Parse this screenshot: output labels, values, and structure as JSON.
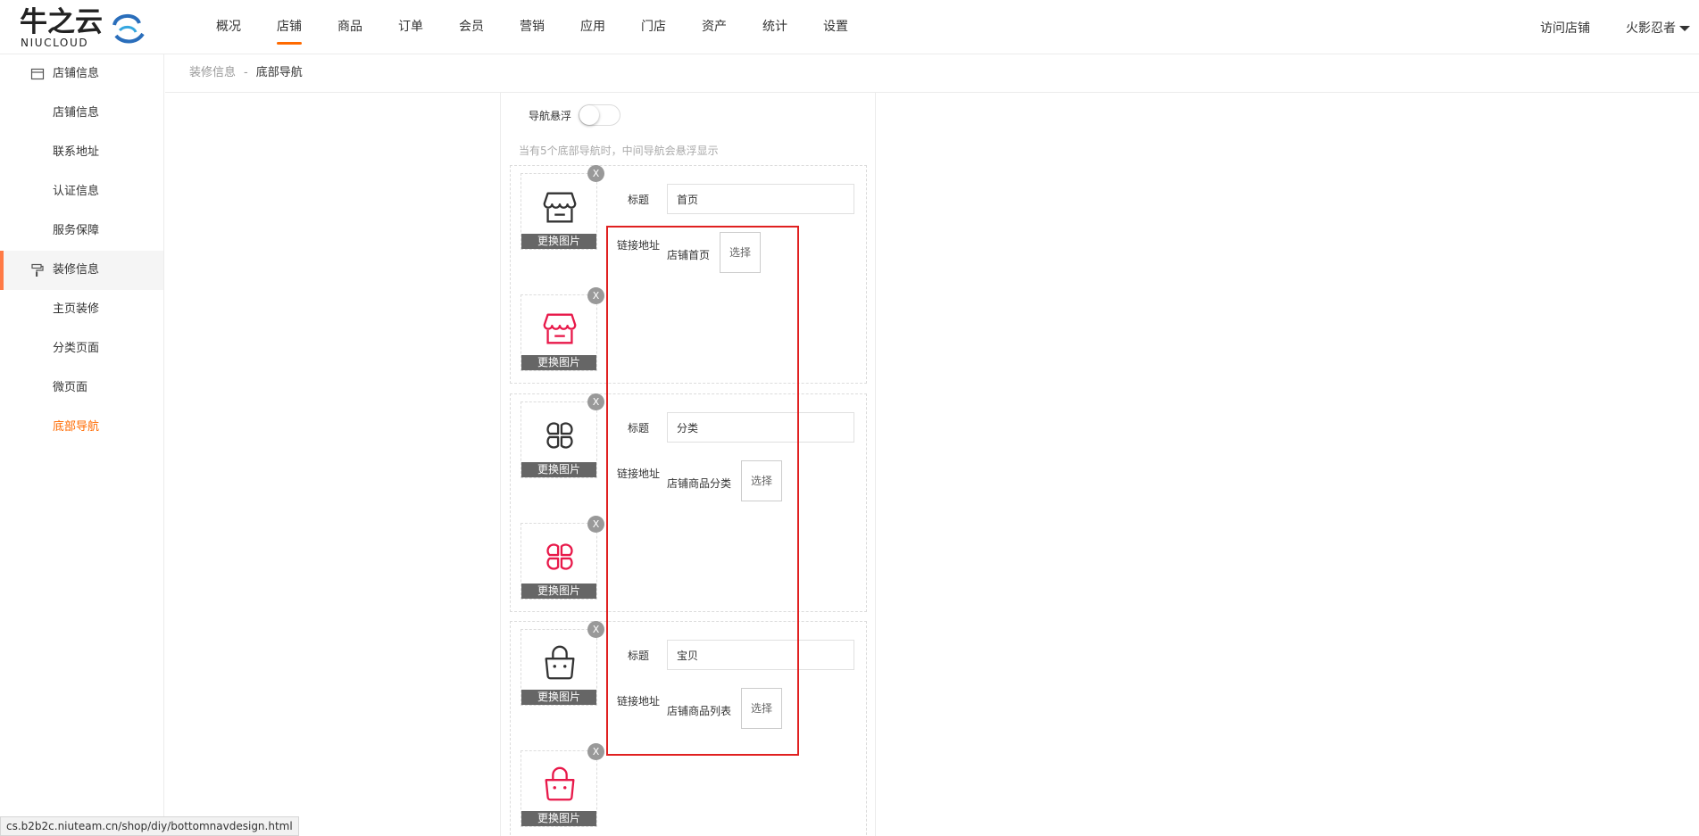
{
  "logo": {
    "cn": "牛之云",
    "en": "NIUCLOUD"
  },
  "nav": [
    {
      "label": "概况"
    },
    {
      "label": "店铺"
    },
    {
      "label": "商品"
    },
    {
      "label": "订单"
    },
    {
      "label": "会员"
    },
    {
      "label": "营销"
    },
    {
      "label": "应用"
    },
    {
      "label": "门店"
    },
    {
      "label": "资产"
    },
    {
      "label": "统计"
    },
    {
      "label": "设置"
    }
  ],
  "header": {
    "visit_shop": "访问店铺",
    "username": "火影忍者"
  },
  "sidebar": {
    "groups": [
      {
        "label": "店铺信息",
        "items": [
          {
            "label": "店铺信息"
          },
          {
            "label": "联系地址"
          },
          {
            "label": "认证信息"
          },
          {
            "label": "服务保障"
          }
        ]
      },
      {
        "label": "装修信息",
        "items": [
          {
            "label": "主页装修"
          },
          {
            "label": "分类页面"
          },
          {
            "label": "微页面"
          },
          {
            "label": "底部导航"
          }
        ]
      }
    ]
  },
  "breadcrumb": {
    "parent": "装修信息",
    "separator": "-",
    "current": "底部导航"
  },
  "editor": {
    "float_label": "导航悬浮",
    "float_enabled": false,
    "hint": "当有5个底部导航时，中间导航会悬浮显示",
    "replace_label": "更换图片",
    "delete_label": "X",
    "title_label": "标题",
    "link_label": "链接地址",
    "select_label": "选择",
    "items": [
      {
        "title": "首页",
        "link": "店铺首页",
        "icon": "shop-icon"
      },
      {
        "title": "分类",
        "link": "店铺商品分类",
        "icon": "category-icon"
      },
      {
        "title": "宝贝",
        "link": "店铺商品列表",
        "icon": "bag-icon"
      }
    ]
  },
  "colors": {
    "accent": "#ff6a00",
    "icon_normal": "#333333",
    "icon_selected": "#e8194a",
    "highlight_box": "#e02020"
  },
  "status_url": "cs.b2b2c.niuteam.cn/shop/diy/bottomnavdesign.html"
}
